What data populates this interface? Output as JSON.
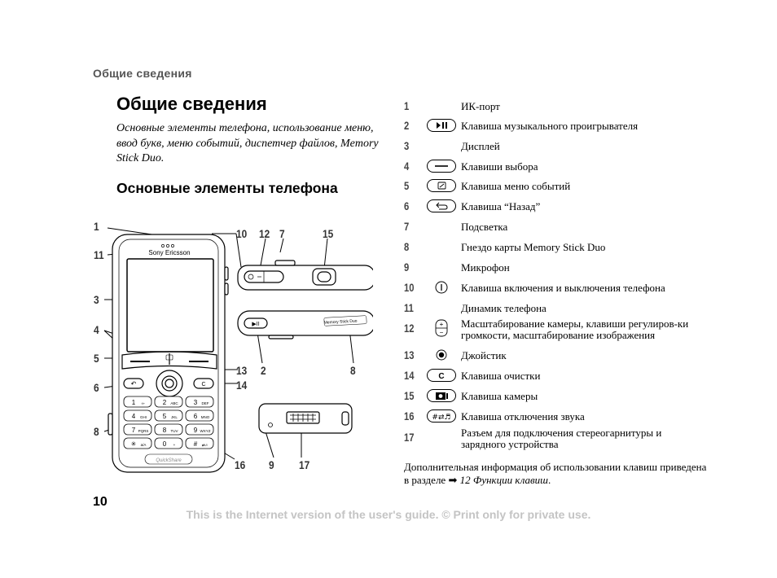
{
  "running_header": "Общие сведения",
  "page_title": "Общие сведения",
  "intro": "Основные элементы телефона, использование меню, ввод букв, меню событий, диспетчер файлов, Memory Stick Duo.",
  "section_title": "Основные элементы телефона",
  "phone": {
    "brand": "Sony Ericsson",
    "quickshare": "QuickShare",
    "memory_label": "Memory Stick Duo",
    "keys": [
      {
        "main": "1",
        "sub": "∞·"
      },
      {
        "main": "2",
        "sub": "ABC"
      },
      {
        "main": "3",
        "sub": "DEF"
      },
      {
        "main": "4",
        "sub": "GHI"
      },
      {
        "main": "5",
        "sub": "JKL"
      },
      {
        "main": "6",
        "sub": "MNO"
      },
      {
        "main": "7",
        "sub": "PQRS"
      },
      {
        "main": "8",
        "sub": "TUV"
      },
      {
        "main": "9",
        "sub": "WXYZ"
      },
      {
        "main": "✳",
        "sub": "a/A"
      },
      {
        "main": "0",
        "sub": "+"
      },
      {
        "main": "#",
        "sub": "⇄♬"
      }
    ],
    "clear_key": "C"
  },
  "callouts": {
    "c1": "1",
    "c11": "11",
    "c3": "3",
    "c4": "4",
    "c5": "5",
    "c6": "6",
    "c8": "8",
    "c10": "10",
    "c12": "12",
    "c7": "7",
    "c15": "15",
    "c13": "13",
    "c2": "2",
    "c8b": "8",
    "c14": "14",
    "c16": "16",
    "c9": "9",
    "c17": "17"
  },
  "legend": [
    {
      "num": "1",
      "icon": "",
      "text": "ИК-порт"
    },
    {
      "num": "2",
      "icon": "play-pause-icon",
      "text": "Клавиша музыкального проигрывателя"
    },
    {
      "num": "3",
      "icon": "",
      "text": "Дисплей"
    },
    {
      "num": "4",
      "icon": "selection-key-icon",
      "text": "Клавиши выбора"
    },
    {
      "num": "5",
      "icon": "activity-menu-icon",
      "text": "Клавиша меню событий"
    },
    {
      "num": "6",
      "icon": "back-key-icon",
      "text": "Клавиша “Назад”"
    },
    {
      "num": "7",
      "icon": "",
      "text": "Подсветка"
    },
    {
      "num": "8",
      "icon": "",
      "text": "Гнездо карты Memory Stick Duo"
    },
    {
      "num": "9",
      "icon": "",
      "text": "Микрофон"
    },
    {
      "num": "10",
      "icon": "power-icon",
      "text": "Клавиша включения и выключения телефона"
    },
    {
      "num": "11",
      "icon": "",
      "text": "Динамик телефона"
    },
    {
      "num": "12",
      "icon": "zoom-volume-icon",
      "text": "Масштабирование камеры, клавиши регулиров-ки громкости, масштабирование изображения"
    },
    {
      "num": "13",
      "icon": "joystick-icon",
      "text": "Джойстик"
    },
    {
      "num": "14",
      "icon": "clear-key-icon",
      "text": "Клавиша очистки"
    },
    {
      "num": "15",
      "icon": "camera-key-icon",
      "text": "Клавиша камеры"
    },
    {
      "num": "16",
      "icon": "silent-key-icon",
      "text": "Клавиша отключения звука"
    },
    {
      "num": "17",
      "icon": "",
      "text": "Разъем для подключения стереогарнитуры и зарядного устройства"
    }
  ],
  "footnote": {
    "text": "Дополнительная информация об использовании клавиш приведена в разделе",
    "arrow": "➡",
    "ref": "12 Функции клавиш",
    "tail": "."
  },
  "page_number": "10",
  "disclaimer": "This is the Internet version of the user's guide. © Print only for private use."
}
